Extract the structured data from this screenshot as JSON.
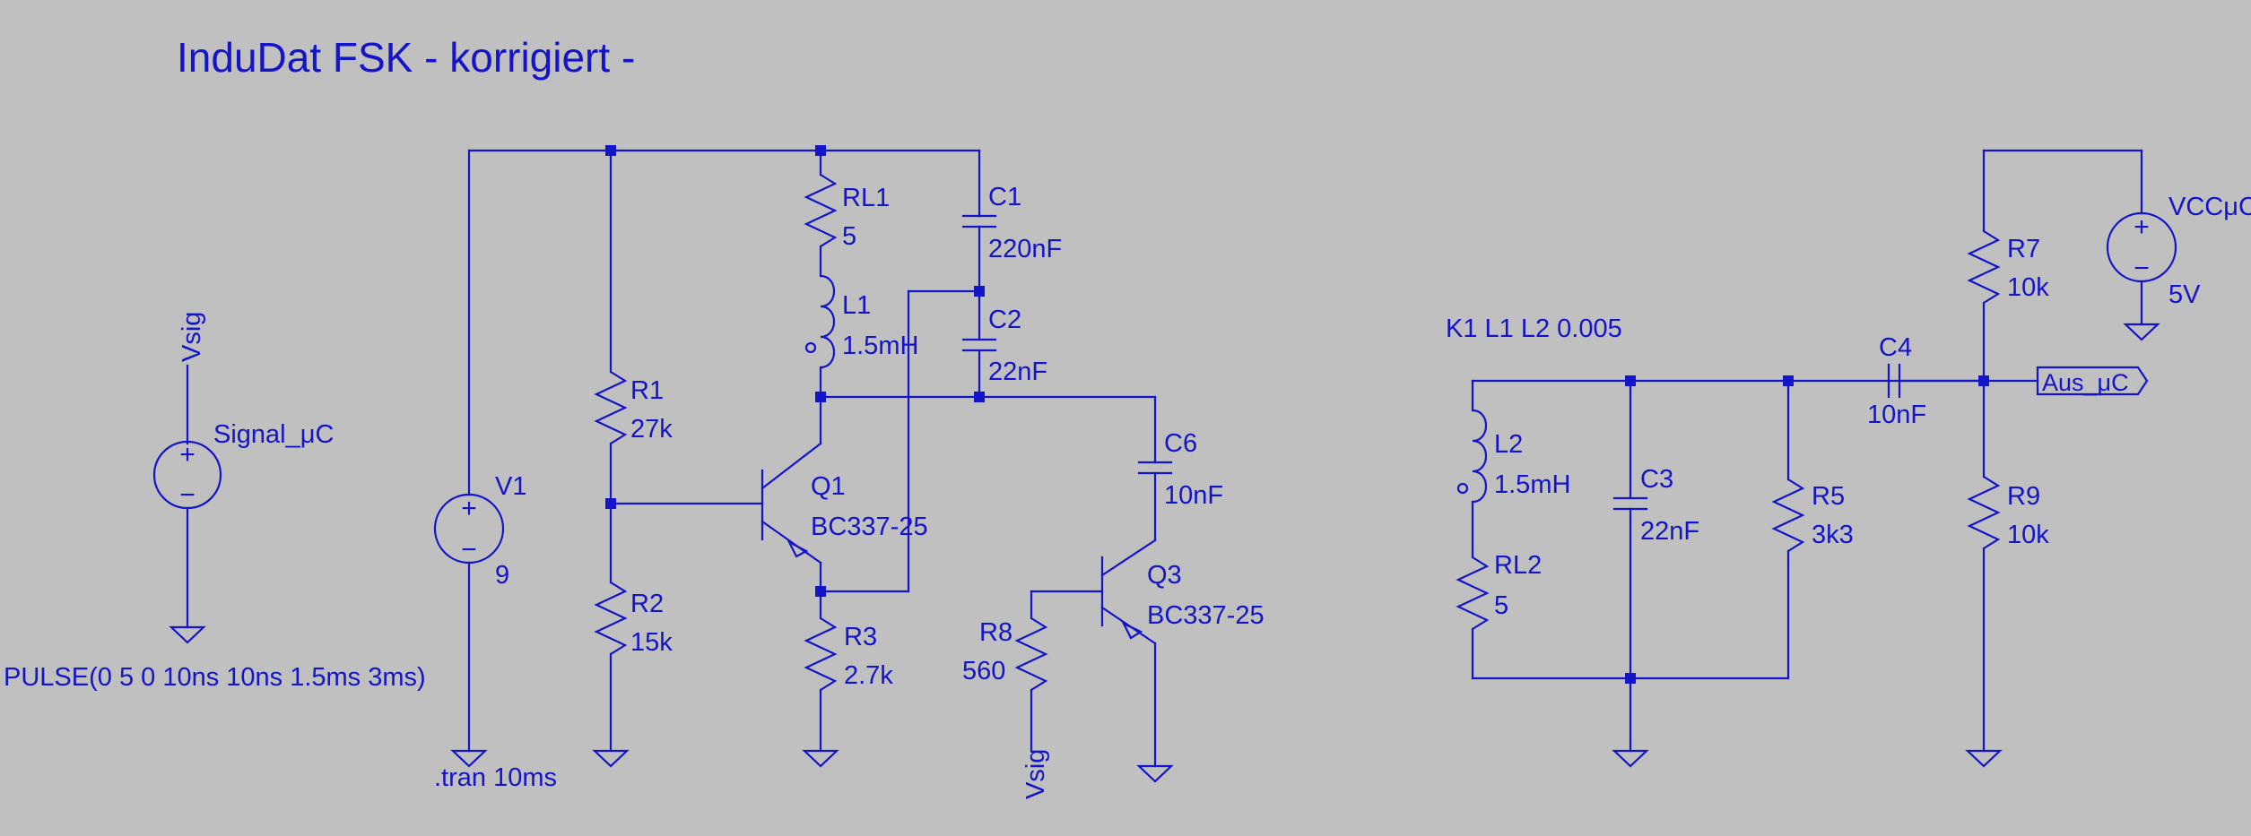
{
  "title": "InduDat FSK - korrigiert -",
  "directives": {
    "coupling": "K1 L1 L2 0.005",
    "tran": ".tran 10ms"
  },
  "sources": {
    "signal": {
      "name": "Signal_μC",
      "net": "Vsig",
      "value": "PULSE(0 5 0 10ns 10ns 1.5ms 3ms)"
    },
    "v1": {
      "name": "V1",
      "value": "9"
    },
    "vcc": {
      "name": "VCCμC",
      "value": "5V"
    }
  },
  "resistors": {
    "rl1": {
      "name": "RL1",
      "value": "5"
    },
    "r1": {
      "name": "R1",
      "value": "27k"
    },
    "r2": {
      "name": "R2",
      "value": "15k"
    },
    "r3": {
      "name": "R3",
      "value": "2.7k"
    },
    "r8": {
      "name": "R8",
      "value": "560"
    },
    "rl2": {
      "name": "RL2",
      "value": "5"
    },
    "r5": {
      "name": "R5",
      "value": "3k3"
    },
    "r7": {
      "name": "R7",
      "value": "10k"
    },
    "r9": {
      "name": "R9",
      "value": "10k"
    }
  },
  "capacitors": {
    "c1": {
      "name": "C1",
      "value": "220nF"
    },
    "c2": {
      "name": "C2",
      "value": "22nF"
    },
    "c6": {
      "name": "C6",
      "value": "10nF"
    },
    "c3": {
      "name": "C3",
      "value": "22nF"
    },
    "c4": {
      "name": "C4",
      "value": "10nF"
    }
  },
  "inductors": {
    "l1": {
      "name": "L1",
      "value": "1.5mH"
    },
    "l2": {
      "name": "L2",
      "value": "1.5mH"
    }
  },
  "transistors": {
    "q1": {
      "name": "Q1",
      "value": "BC337-25"
    },
    "q3": {
      "name": "Q3",
      "value": "BC337-25"
    }
  },
  "nets": {
    "vsig_source": "Vsig",
    "vsig_r8": "Vsig",
    "output_port": "Aus_μC"
  },
  "colors": {
    "background": "#c0c0c0",
    "ink": "#1414c8"
  }
}
